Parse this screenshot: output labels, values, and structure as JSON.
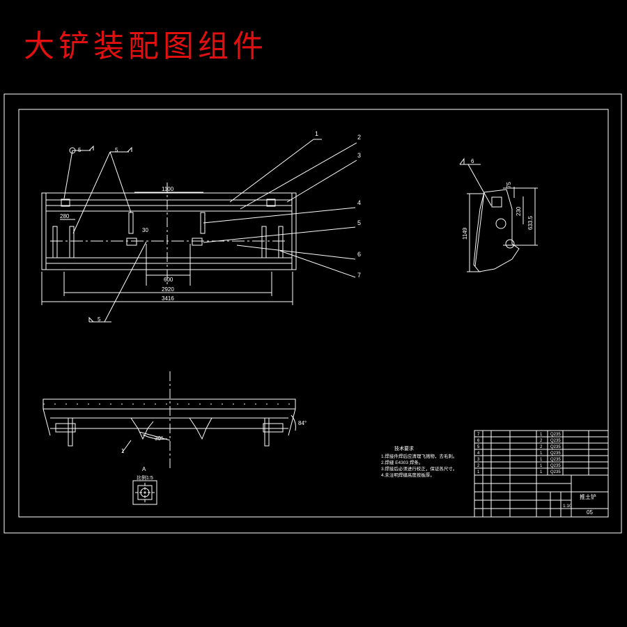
{
  "header": {
    "title": "大铲装配图组件"
  },
  "front_view": {
    "dims": {
      "top_span": "1100",
      "left_offset": "280",
      "small": "30",
      "center_span": "600",
      "inner_span": "2920",
      "overall": "3416"
    },
    "weld_symbols": [
      "5",
      "5",
      "5"
    ]
  },
  "balloons": [
    "1",
    "2",
    "3",
    "4",
    "5",
    "6",
    "7"
  ],
  "side_view": {
    "label": "6",
    "dims": {
      "top": "75",
      "mid": "230",
      "right": "633.5",
      "height": "1149"
    }
  },
  "bottom_view": {
    "angle_right": "84°",
    "angle_center": "30°",
    "label": "1"
  },
  "detail": {
    "label": "A",
    "scale": "比例1:5"
  },
  "notes": {
    "heading": "技术要求",
    "items": [
      "1.焊接件焊后应清理飞溅物，去毛刺。",
      "2.焊缝 E4303 焊条。",
      "3.焊接后必须进行校正，保证各尺寸。",
      "4.未注明焊缝高度按板厚。"
    ]
  },
  "title_block": {
    "part_name": "推土铲",
    "code": "05",
    "scale": "1:10",
    "row_nums": [
      "7",
      "6",
      "5",
      "4",
      "3",
      "2",
      "1"
    ],
    "col_qty": [
      "1",
      "2",
      "2",
      "1",
      "1",
      "1",
      "1"
    ],
    "col_mat": [
      "Q235",
      "Q235",
      "Q235",
      "Q235",
      "Q235",
      "Q235",
      "Q235"
    ]
  }
}
